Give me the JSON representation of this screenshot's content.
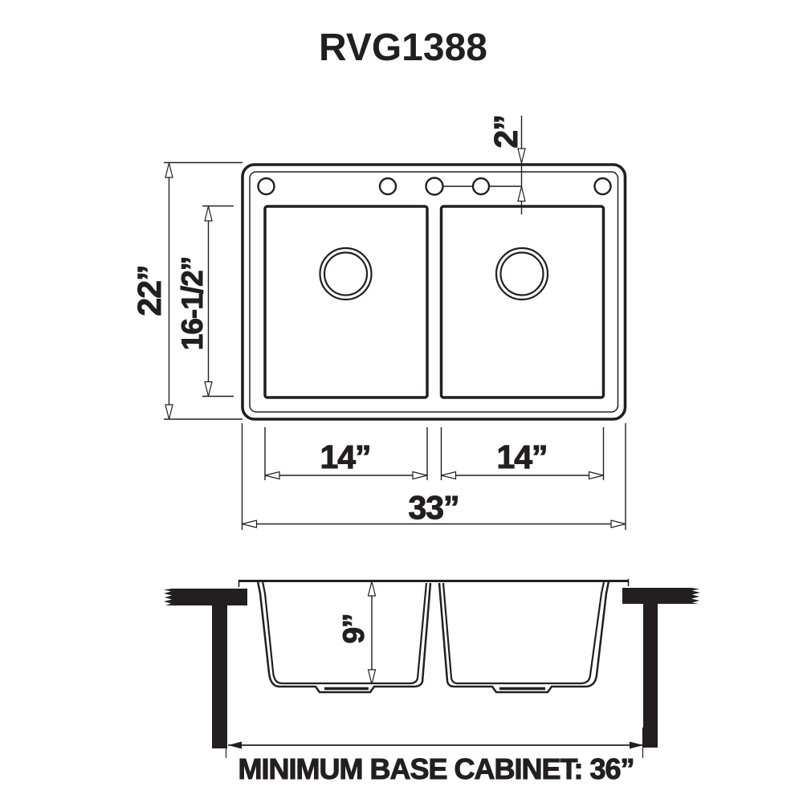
{
  "title": "RVG1388",
  "colors": {
    "line": "#231f20",
    "background": "#ffffff"
  },
  "top_view": {
    "description": "plan view of double-bowl drop-in sink",
    "faucet_hole_count": 5,
    "dims": {
      "hole_setback": "2”",
      "overall_front_to_back": "22”",
      "bowl_front_to_back": "16-1/2”",
      "left_bowl_width": "14”",
      "right_bowl_width": "14”",
      "overall_width": "33”"
    }
  },
  "front_view": {
    "description": "section view of sink in countertop on base cabinet",
    "dims": {
      "bowl_depth": "9”"
    },
    "note": "MINIMUM BASE CABINET: 36”"
  }
}
